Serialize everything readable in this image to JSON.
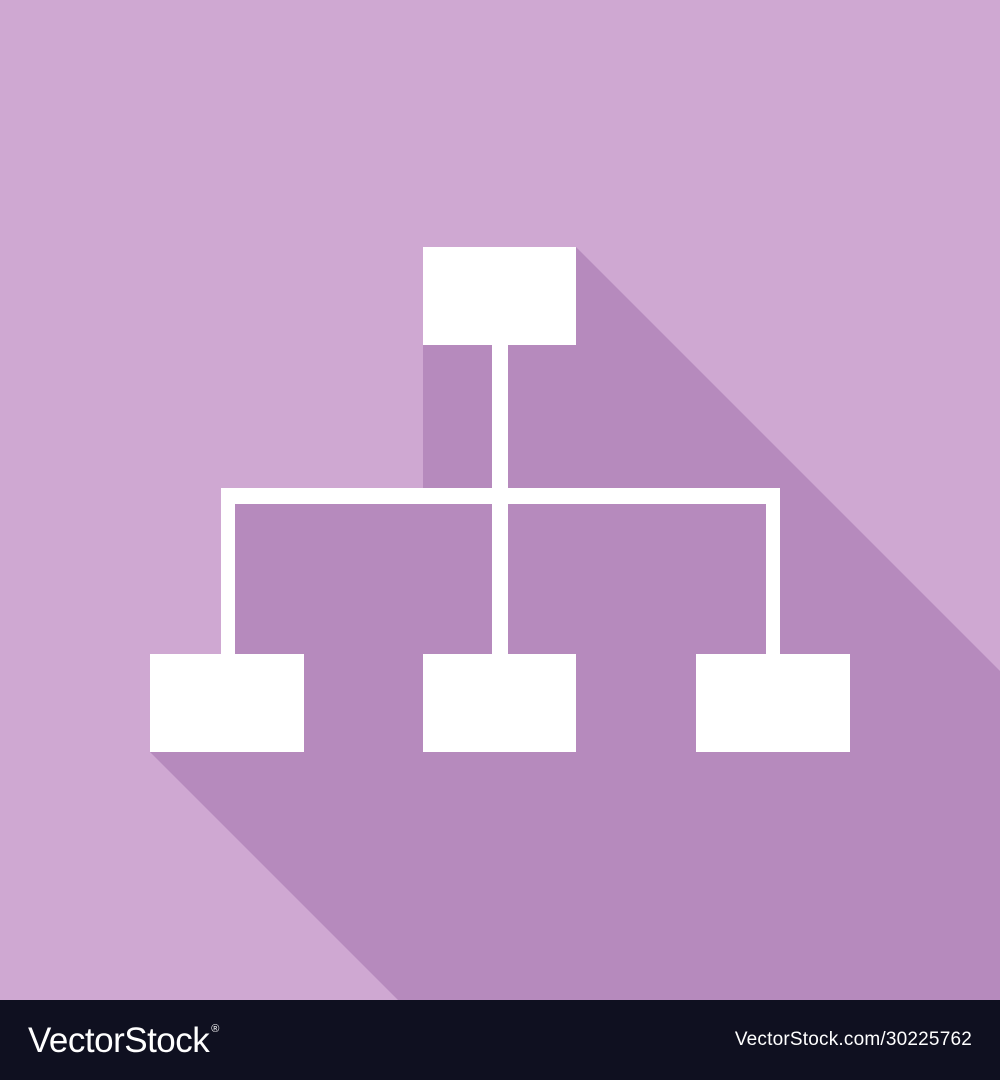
{
  "colors": {
    "background": "#cfa8d2",
    "long_shadow": "#b68abd",
    "icon_fill": "#ffffff",
    "footer_background": "#0f1020",
    "footer_text": "#ffffff"
  },
  "icon": {
    "name": "hierarchy-sitemap-icon",
    "style": "flat white icon with long diagonal shadow"
  },
  "footer": {
    "brand": "VectorStock",
    "trademark": "®",
    "image_id": "VectorStock.com/30225762"
  }
}
